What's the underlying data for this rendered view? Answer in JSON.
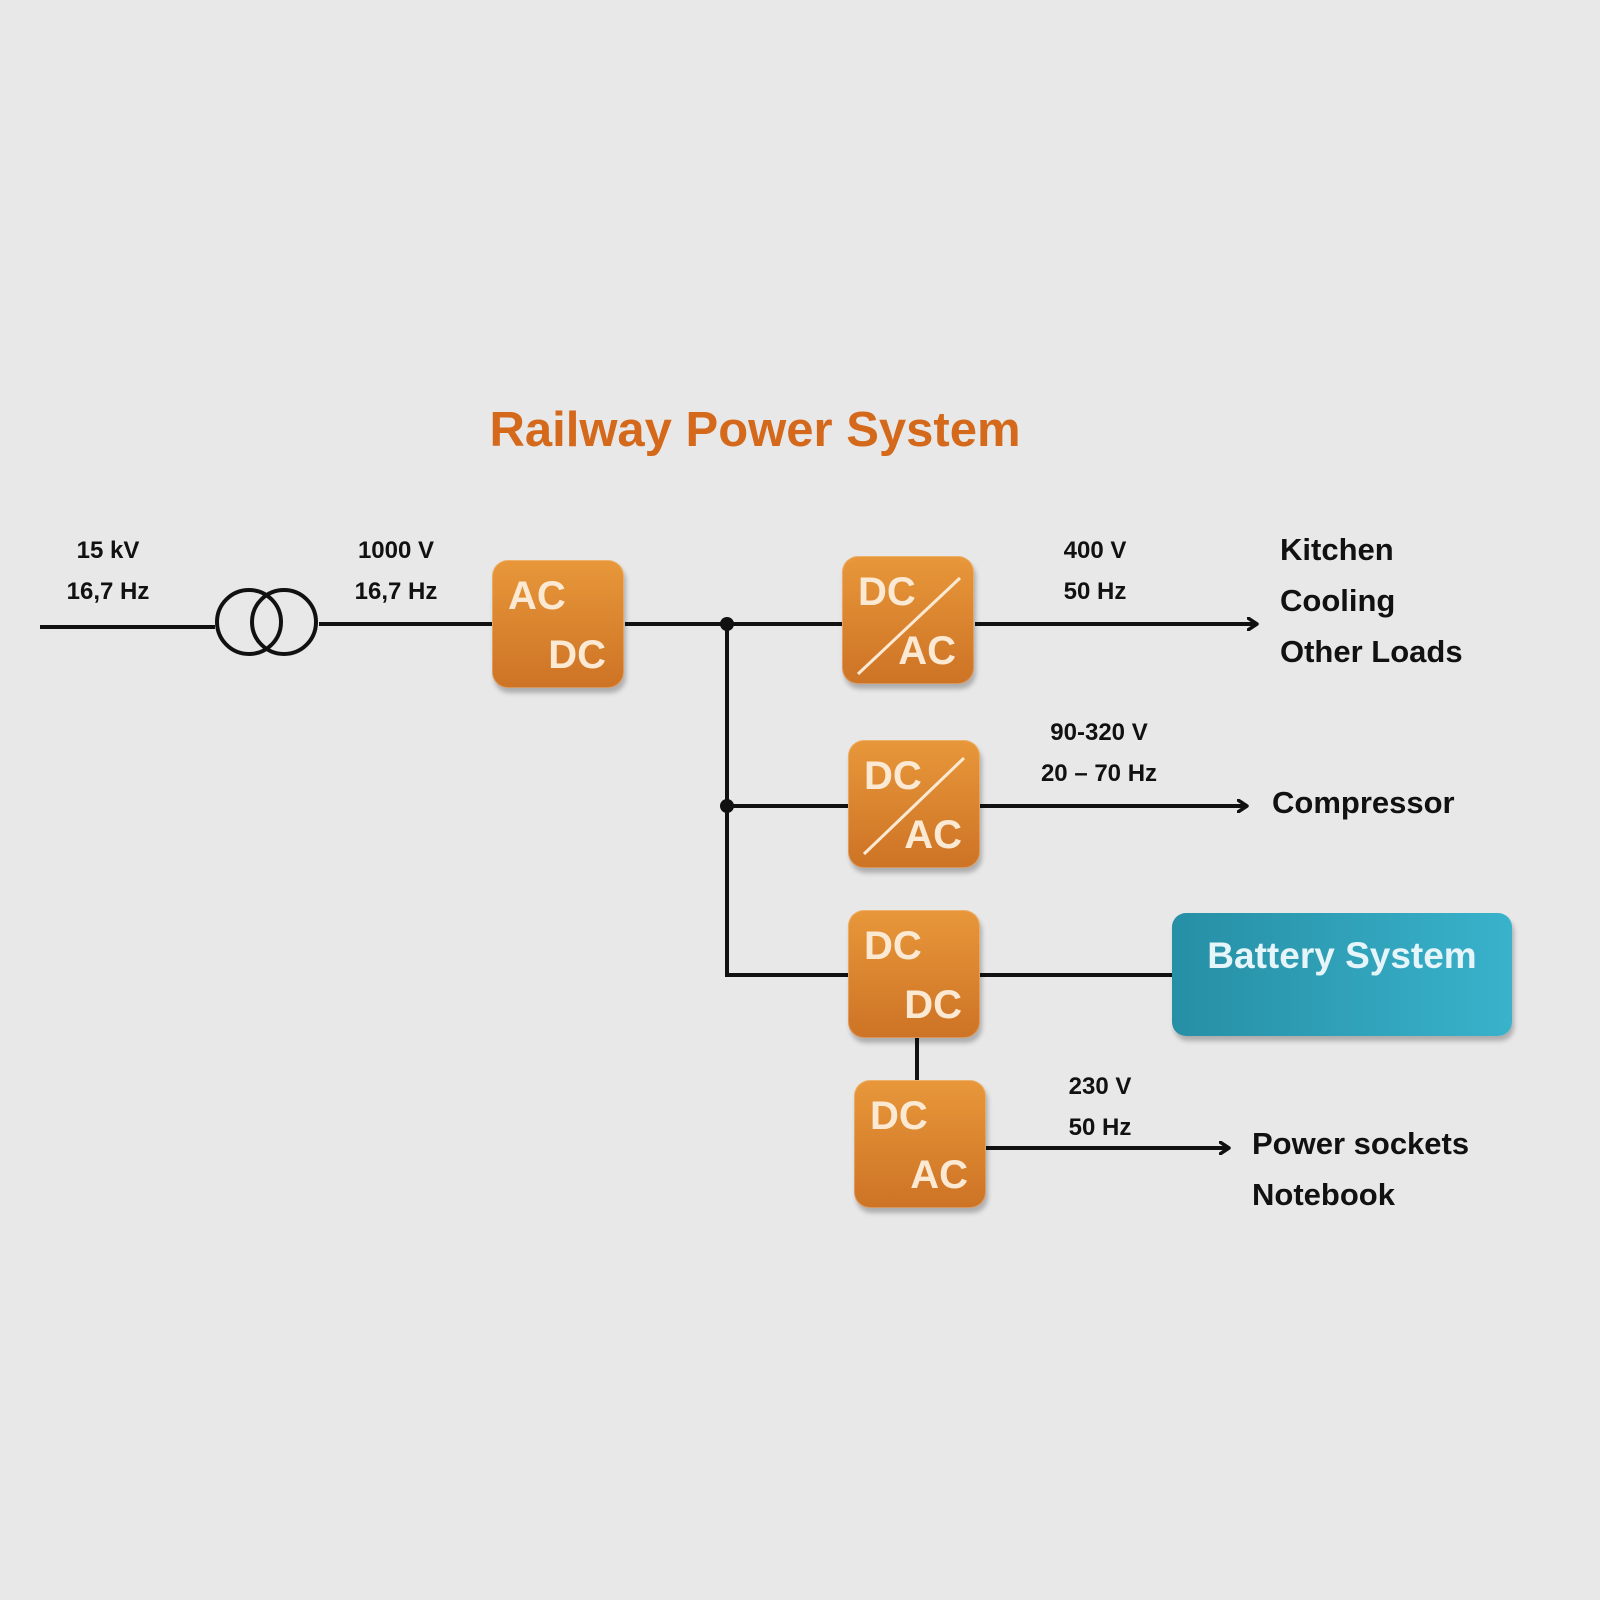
{
  "title": "Railway Power System",
  "colors": {
    "converter": "#e0862f",
    "battery": "#2fa3bc",
    "title": "#d4681b",
    "line": "#111111"
  },
  "source": {
    "voltage": "15 kV",
    "frequency": "16,7 Hz"
  },
  "transformer_output": {
    "voltage": "1000 V",
    "frequency": "16,7 Hz"
  },
  "rectifier": {
    "in": "AC",
    "out": "DC"
  },
  "branches": {
    "main": {
      "converter": {
        "in": "DC",
        "out": "AC"
      },
      "voltage": "400 V",
      "frequency": "50 Hz",
      "loads": [
        "Kitchen",
        "Cooling",
        "Other Loads"
      ]
    },
    "compressor": {
      "converter": {
        "in": "DC",
        "out": "AC"
      },
      "voltage": "90-320 V",
      "frequency": "20 – 70 Hz",
      "loads": [
        "Compressor"
      ]
    },
    "battery": {
      "converter": {
        "in": "DC",
        "out": "DC"
      },
      "label": "Battery System"
    },
    "sockets": {
      "converter": {
        "in": "DC",
        "out": "AC"
      },
      "voltage": "230 V",
      "frequency": "50 Hz",
      "loads": [
        "Power sockets",
        "Notebook"
      ]
    }
  }
}
